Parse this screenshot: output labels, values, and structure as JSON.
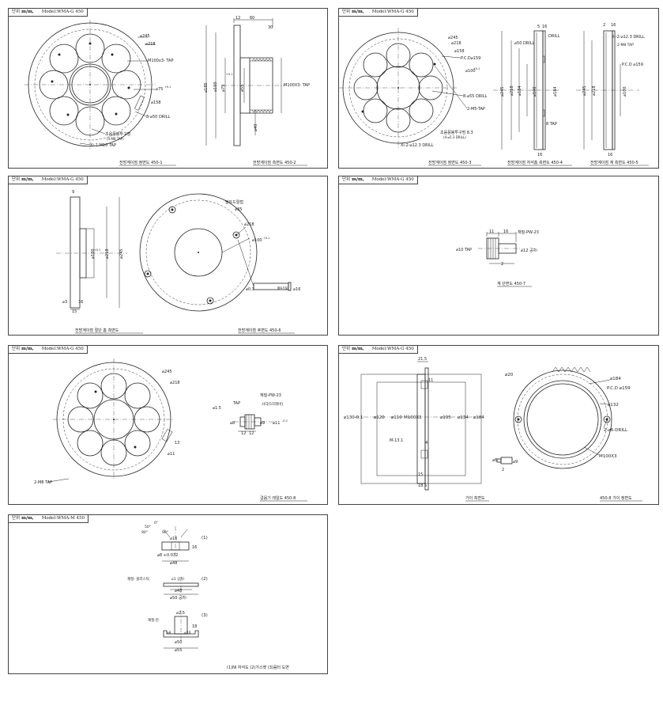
{
  "sheets": [
    {
      "unit_prefix": "단위",
      "unit": "m/m,",
      "model": "Model:WMA-G 450",
      "labels": {
        "d245": "⌀245",
        "d218": "⌀218",
        "tap100": "M100x3- TAP",
        "d75": "⌀75",
        "d75s": "+0.1",
        "d158": "⌀158",
        "drill": "8-⌀50 DRILL",
        "sensor1": "초음풍봉투구멍",
        "sensor2": "(4-M8 TAP)",
        "tap10": "Xi-2-M10 TAP",
        "t12": "12",
        "t60": "60",
        "t30": "30",
        "s85": "⌀185",
        "s160": "⌀160",
        "s75": "⌀75",
        "s75b": "+0.1",
        "s55": "⌀55",
        "s130": "M100X3- TAP",
        "s40": "⌀40"
      },
      "captions": [
        "전방계이점 정면도 450-1",
        "전방계이점 측면도 450-2"
      ]
    },
    {
      "unit_prefix": "단위",
      "unit": "m/m,",
      "model": "Model:WMA-G 450",
      "labels": {
        "d245": "⌀245",
        "d218": "⌀218",
        "d158": "⌀158",
        "pcd": "P.C.D⌀159",
        "d100": "⌀100",
        "d100s": "+0.1",
        "drill": "8-⌀55 DRILL",
        "tap5": "2-M5-TAP",
        "hole1": "초음풍봉투구멍 8.3",
        "hole2": "(4-⌀5.3 DRILL)",
        "tap12": "Xi-2-⌀12.3 DRILL",
        "c5": "5",
        "c16": "16",
        "cdrill": "DRILL",
        "c150": "⌀50 DRILL",
        "c8": "8 TAP",
        "c245": "⌀245",
        "c218": "⌀218",
        "c184": "⌀184",
        "c100": "⌀100",
        "c190": "⌀184",
        "c16b": "16",
        "r2": "2",
        "r16": "16",
        "rdrill": "Xi-2-⌀12.3 DRILL",
        "rtap": "2-M8 TAP",
        "rpcd": "P.C.D ⌀159",
        "r100": "⌀100",
        "r245": "⌀245",
        "r218": "⌀218",
        "r16b": "16"
      },
      "captions": [
        "전방계이점 정면도 450-3",
        "전방계이점 자석홈 측면도 450-4",
        "전방계이점 계 측면도 450-5"
      ]
    },
    {
      "unit_prefix": "단위",
      "unit": "m/m,",
      "model": "Model:WMA-G 450",
      "labels": {
        "h9": "9",
        "h100": "⌀100",
        "h100s": "+0.1",
        "h218": "⌀218",
        "h245": "⌀245",
        "h3": "⌀3",
        "h16": "16",
        "h15": "15",
        "hdrill": "볼트드릴접",
        "h35": "⌀35",
        "h218b": "⌀218",
        "h100b": "⌀100",
        "h100bs": "+0.1",
        "hs3": "⌀0.3",
        "hs16": "⌀16",
        "hsc": "볼트드릴"
      },
      "captions": [
        "전방계이점 절단 홈 측면도",
        "전방계이점 후면도 450-6"
      ]
    },
    {
      "unit_prefix": "단위",
      "unit": "m/m,",
      "model": "Model:WMA-G 450",
      "labels": {
        "m11": "11",
        "m16": "16",
        "mat": "재질-PW-23",
        "tap": "⌀10 TAP",
        "d12": "⌀12 공차-",
        "two": "2"
      },
      "captions": [
        "계 단면도 450-7"
      ]
    },
    {
      "unit_prefix": "단위",
      "unit": "m/m,",
      "model": "Model:WMA-G 450",
      "labels": {
        "d245": "⌀245",
        "d218": "⌀218",
        "d13": "13",
        "d11": "⌀11",
        "tap": "2-M8 TAP",
        "m15": "⌀1.5",
        "mtap": "TAP",
        "mmat": "재질-PW-23",
        "msub": "사각(5각레바)",
        "m8": "⌀8",
        "m9": "⌀9",
        "m11": "⌀11",
        "m11s": "-0.2",
        "m12": "12",
        "m12b": "12"
      },
      "captions": [
        "걸음기 레일도 450-8"
      ]
    },
    {
      "unit_prefix": "단위",
      "unit": "m/m,",
      "model": "Model:WMA-G 450",
      "labels": {
        "g215": "21.5",
        "g11": "11",
        "g4": "4",
        "g15": "15",
        "g185": "18.5",
        "g130": "⌀130-0.1",
        "g120": "⌀120",
        "g110": "⌀110",
        "gm100": "M100X3",
        "g195": "⌀195",
        "g134": "⌀134",
        "g184": "⌀184",
        "g20": "⌀20",
        "r184": "⌀184",
        "rpcd": "P.C.D ⌀159",
        "r132": "⌀132",
        "rdrill": "2-⌀6-DRILL",
        "rm100": "M100X3",
        "r6": "⌀6",
        "r9": "⌀9",
        "r2": "2",
        "g13": "M-13.1"
      },
      "captions": [
        "가이 측면도",
        "450-8 가이 정면도"
      ]
    },
    {
      "unit_prefix": "단위",
      "unit": "m/m,",
      "model": "Model:WMA-M 450",
      "labels": {
        "a50": "50°",
        "a0": "0°",
        "a90a": "90°",
        "a90b": "90°",
        "n1": "(1)",
        "n2": "(2)",
        "n3": "(3)",
        "p16": "⌀16",
        "p8": "⌀8 +0.032",
        "p48": "⌀48",
        "p16b": "16",
        "mat2": "재질- 플라스틱",
        "p1": "⌀1 공차-",
        "p48b": "⌀48",
        "p50": "⌀50 공차-",
        "mat3": "재질-분",
        "p25": "⌀2.5",
        "p18": "18",
        "p8b": "⌀8",
        "p20": "⌀20",
        "p50b": "⌀50",
        "p55": "⌀55"
      },
      "captions": [
        "(1)NI 자석도 (2)가스켓 (3)음터 도면"
      ]
    }
  ]
}
